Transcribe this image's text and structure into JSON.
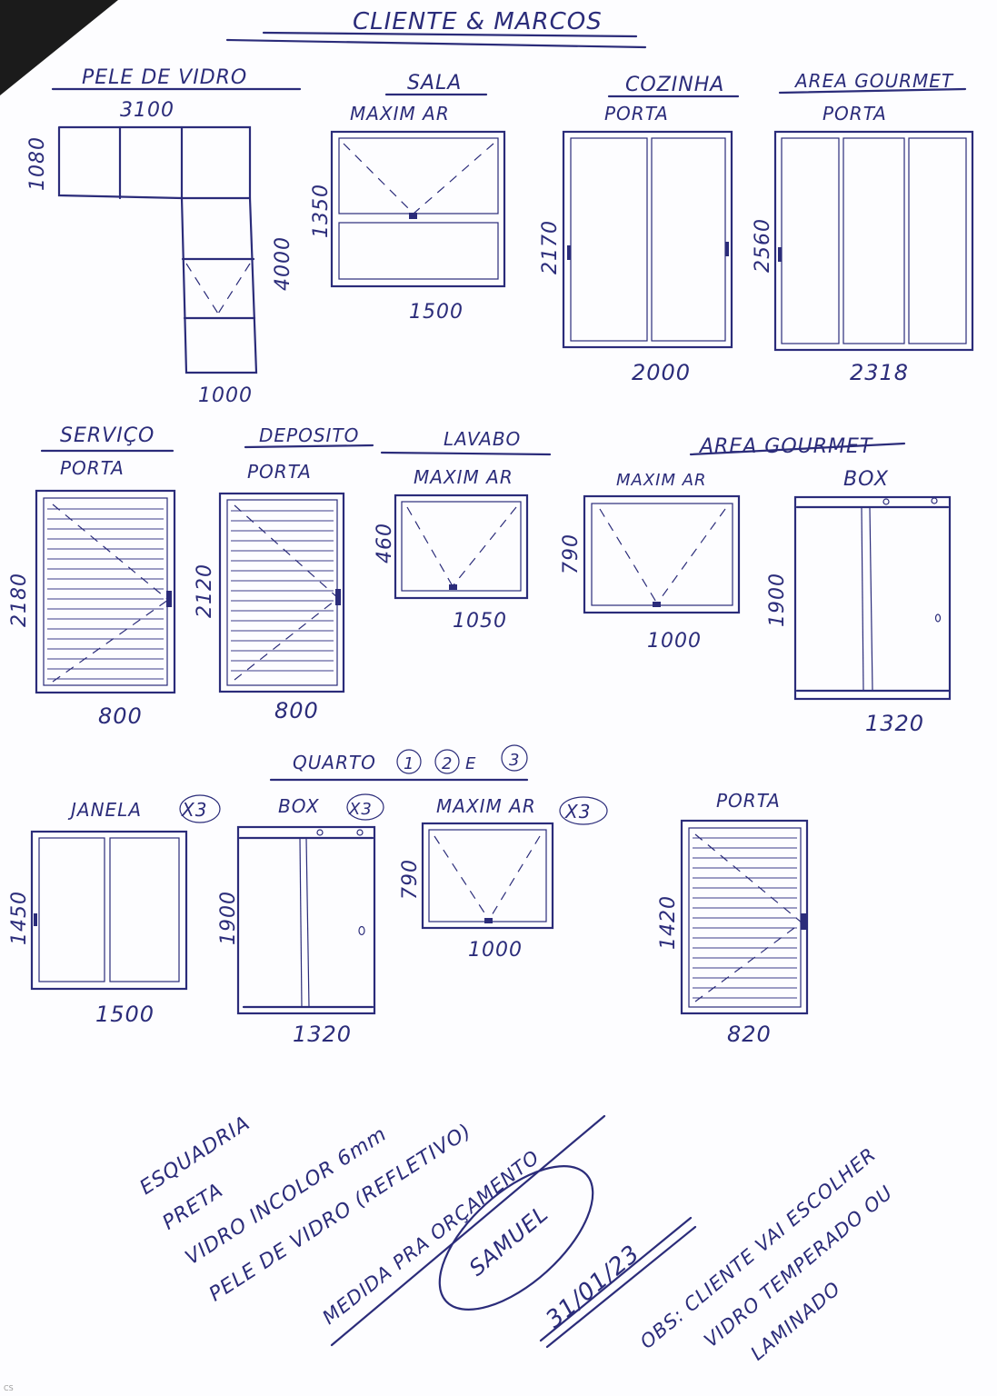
{
  "sheet": {
    "title": "CLIENTE & MARCOS",
    "row1": {
      "pele": {
        "name": "PELE DE VIDRO",
        "width": "3100",
        "h_left": "1080",
        "h_right": "4000",
        "bottom": "1000"
      },
      "sala": {
        "name": "SALA",
        "type": "MAXIM AR",
        "height": "1350",
        "width": "1500"
      },
      "cozinha": {
        "name": "COZINHA",
        "type": "PORTA",
        "height": "2170",
        "width": "2000"
      },
      "gourmet": {
        "name": "AREA GOURMET",
        "type": "PORTA",
        "height": "2560",
        "width": "2318"
      }
    },
    "row2": {
      "servico": {
        "name": "SERVIÇO",
        "type": "PORTA",
        "height": "2180",
        "width": "800"
      },
      "deposito": {
        "name": "DEPOSITO",
        "type": "PORTA",
        "height": "2120",
        "width": "800"
      },
      "lavabo": {
        "name": "LAVABO",
        "type": "MAXIM AR",
        "height": "460",
        "width": "1050"
      },
      "gourmet_group": "AREA GOURMET",
      "maxim2": {
        "type": "MAXIM AR",
        "height": "790",
        "width": "1000"
      },
      "box": {
        "type": "BOX",
        "height": "1900",
        "width": "1320"
      }
    },
    "row3": {
      "group": "QUARTO",
      "group_marks": [
        "1",
        "2",
        "3"
      ],
      "group_join": "E",
      "janela": {
        "type": "JANELA",
        "qty": "X3",
        "height": "1450",
        "width": "1500"
      },
      "box": {
        "type": "BOX",
        "qty": "X3",
        "height": "1900",
        "width": "1320"
      },
      "maxim": {
        "type": "MAXIM AR",
        "qty": "X3",
        "height": "790",
        "width": "1000"
      },
      "porta": {
        "type": "PORTA",
        "height": "1420",
        "width": "820"
      }
    },
    "notes": {
      "lines": [
        "ESQUADRIA",
        "PRETA",
        "VIDRO INCOLOR 6mm",
        "PELE DE VIDRO (REFLETIVO)"
      ],
      "medida": "MEDIDA PRA ORÇAMENTO",
      "signature": "SAMUEL",
      "date": "31/01/23",
      "obs": [
        "OBS: CLIENTE VAI ESCOLHER",
        "VIDRO TEMPERADO OU",
        "LAMINADO"
      ]
    }
  }
}
